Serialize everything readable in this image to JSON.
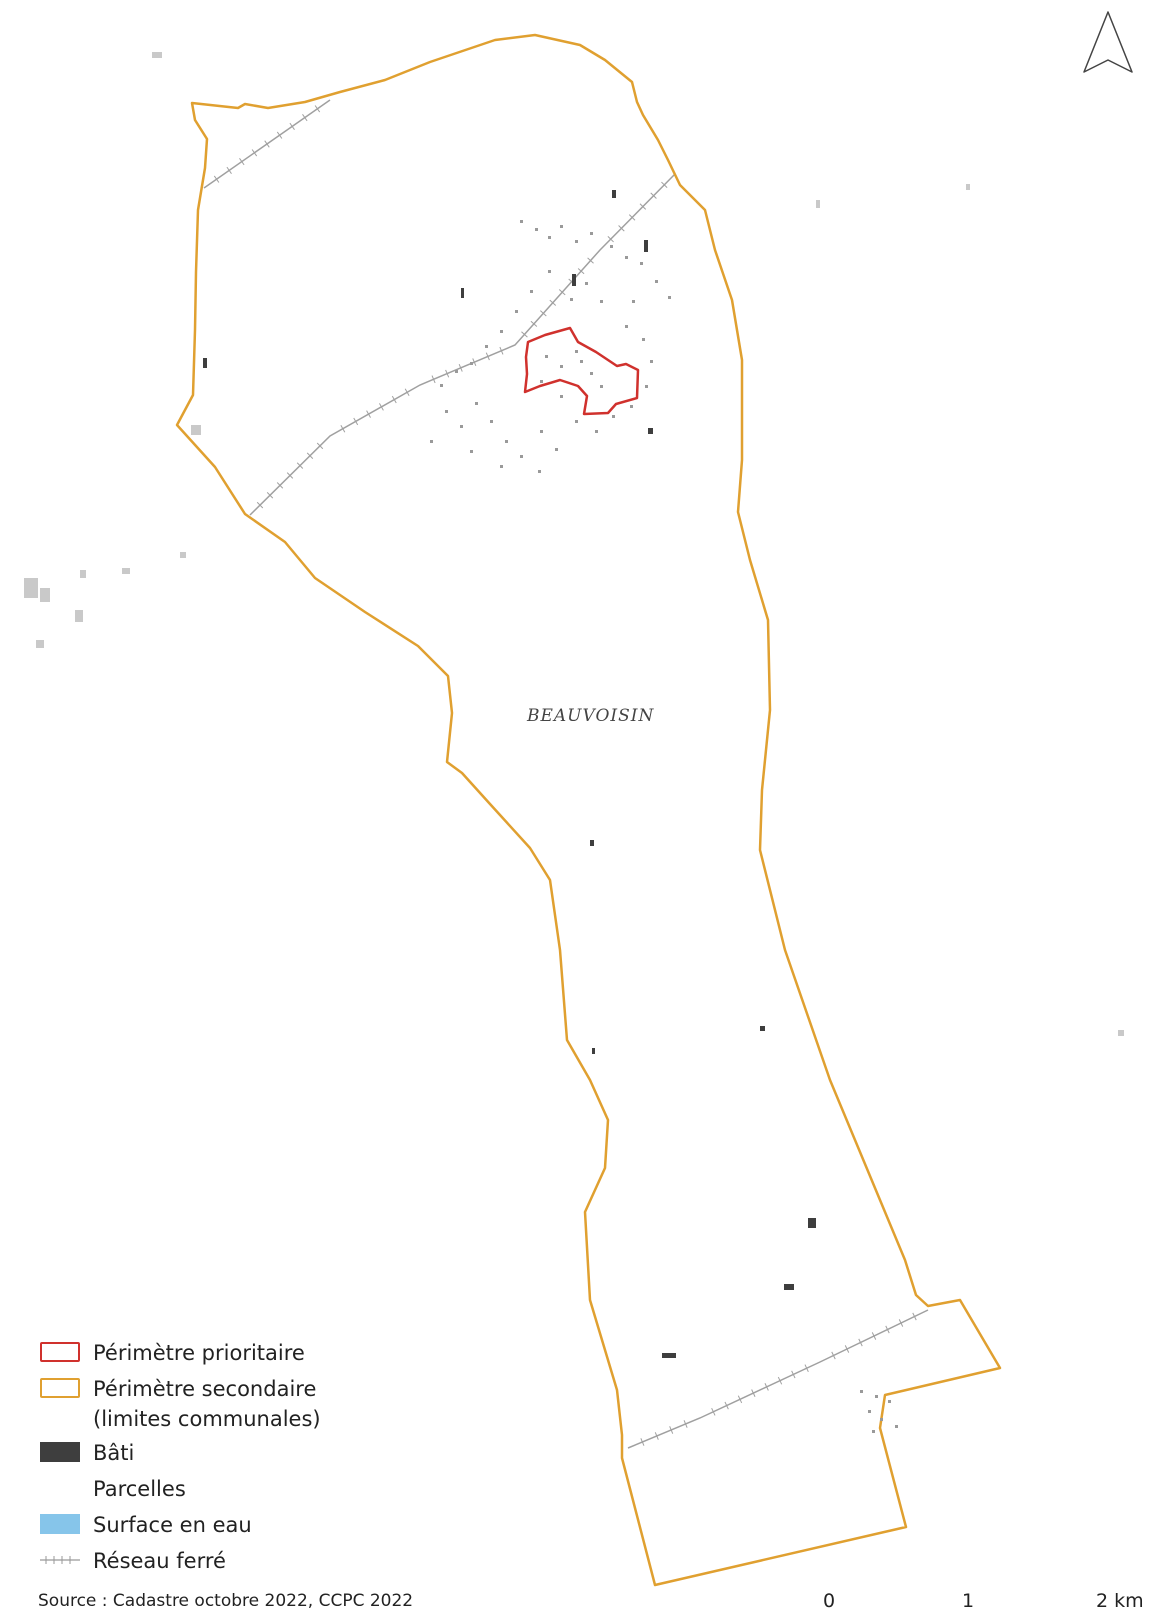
{
  "commune_name": "BEAUVOISIN",
  "legend": {
    "items": [
      {
        "key": "priority",
        "label": "Périmètre prioritaire"
      },
      {
        "key": "secondary",
        "label_line1": "Périmètre secondaire",
        "label_line2": "(limites communales)"
      },
      {
        "key": "bati",
        "label": "Bâti"
      },
      {
        "key": "parcelles",
        "label": "Parcelles"
      },
      {
        "key": "eau",
        "label": "Surface en eau"
      },
      {
        "key": "rail",
        "label": "Réseau ferré"
      }
    ]
  },
  "source": "Source : Cadastre octobre 2022, CCPC 2022",
  "scale_bar": {
    "labels": [
      "0",
      "1",
      "2 km"
    ]
  },
  "colors": {
    "priority": "#d0312d",
    "secondary": "#e0a030",
    "bati": "#3e3e3e",
    "eau": "#86c5ea",
    "rail": "#999999"
  },
  "icons": {
    "north_arrow": "north-arrow-icon"
  }
}
